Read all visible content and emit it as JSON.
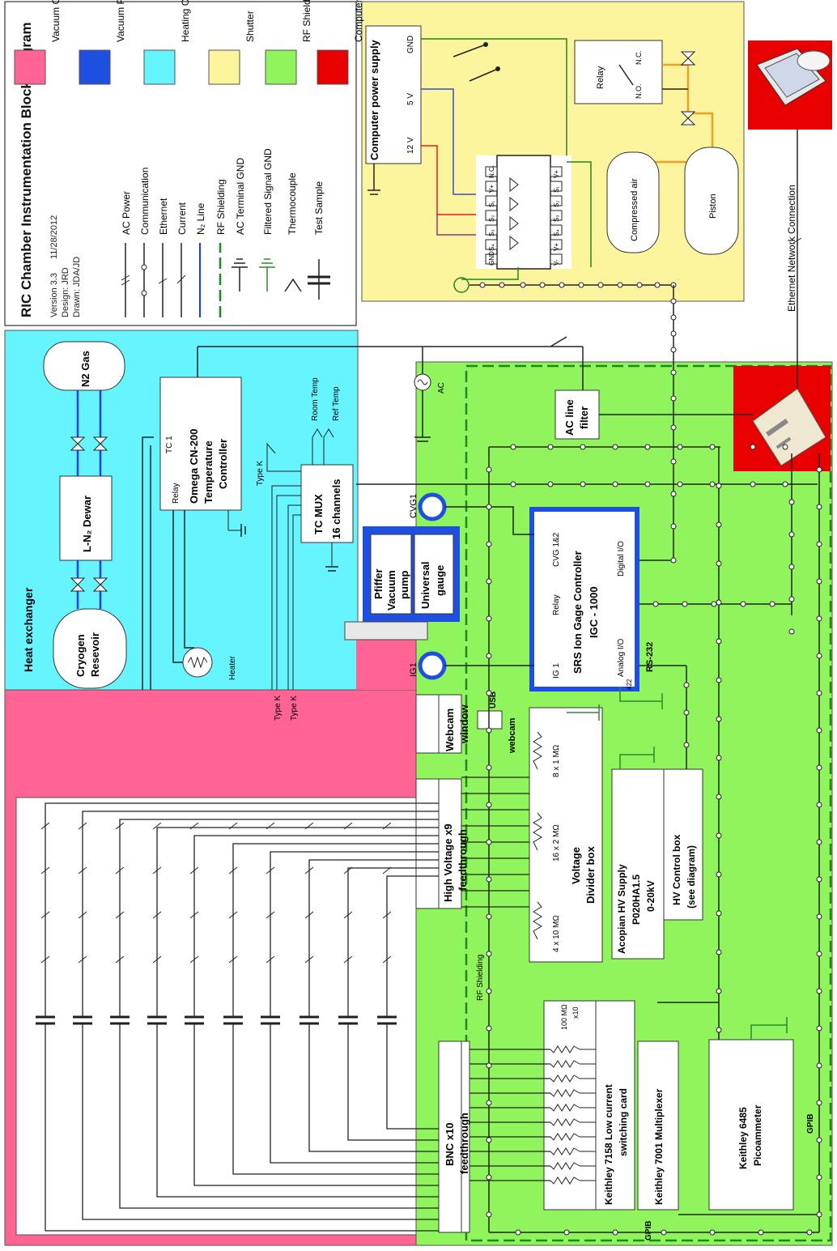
{
  "colors": {
    "vacuum_chamber": "#ff6494",
    "vacuum_pumps_gauges": "#1f4fe0",
    "heating_cooling": "#66f4ff",
    "shutter": "#fdf49e",
    "rf_shielded": "#90f45c",
    "computer": "#e80000",
    "wire": "#222222",
    "n2_line": "#1a3fe0",
    "rf_shield_line": "#1b8a1b",
    "power_red": "#e02020",
    "comm_blue": "#3050d0",
    "sig_purple": "#8a3a8a",
    "air_orange": "#f0a020",
    "filtered_gnd": "#2a8a2a"
  },
  "legend": {
    "title": "RIC Chamber Instrumentation Block Diagram",
    "version_line": "Version 3.3",
    "date": "11/28/2012",
    "design_line": "Design: JRD",
    "drawn_line": "Drawn: JDA/JD",
    "line_types": [
      "AC Power",
      "Communication",
      "Ethernet",
      "Current",
      "N₂ Line",
      "RF Shielding",
      "AC Terminal GND",
      "Filtered Signal GND",
      "Thermocouple",
      "Test Sample"
    ],
    "color_keys": [
      {
        "label": "Vacuum Chamber",
        "color": "#ff6494"
      },
      {
        "label": "Vacuum Pumps & Gauges",
        "color": "#1f4fe0"
      },
      {
        "label": "Heating Cooling",
        "color": "#66f4ff"
      },
      {
        "label": "Shutter",
        "color": "#fdf49e"
      },
      {
        "label": "RF Shielded",
        "color": "#90f45c"
      },
      {
        "label": "Computer",
        "color": "#e80000"
      }
    ]
  },
  "shutter": {
    "power_supply_title": "Computer power supply",
    "v12": "12 V",
    "v5": "5 V",
    "gnd": "GND",
    "relay": "Relay",
    "nc": "N.C.",
    "no": "N.O.",
    "compressed_air": "Compressed air",
    "piston": "Piston",
    "ic_pins_left": [
      "N.C.",
      "V+",
      "S₁",
      "S₂",
      "S₃",
      "S₄",
      "GND"
    ],
    "ic_pins_right": [
      "V+",
      "S₁",
      "S₂",
      "S₃",
      "S₄",
      "V+",
      "V-"
    ]
  },
  "computer": {
    "ethernet_label": "Ethernet Network Connection"
  },
  "heating": {
    "heat_exchanger": "Heat exchanger",
    "n2_gas": "N2 Gas",
    "dewar": "L-N₂ Dewar",
    "cryogen": "Cryogen Resevoir",
    "temp_controller_name": "Omega CN-200",
    "temp_controller_sub": "Temperature Controller",
    "tc1": "TC 1",
    "relay": "Relay",
    "heater": "Heater",
    "ac": "AC",
    "tc_mux_title": "TC MUX",
    "tc_mux_sub": "16 channels",
    "type_k": "Type K",
    "room_temp": "Room Temp",
    "ref_temp": "Ref Temp"
  },
  "vacuum": {
    "pump_title": "Pfiffer Vacuum pump",
    "universal_gauge": "Universal gauge",
    "cvg1": "CVG1",
    "ig1": "IG1",
    "webcam_window": "Webcam window",
    "hv_feedthrough": "High Voltage x9 feedthrough",
    "bnc_feedthrough": "BNC x10 feedthrough"
  },
  "rf": {
    "ac_line_filter": "AC line filter",
    "srs_title": "SRS Ion Gage Controller",
    "srs_model": "IGC - 1000",
    "cvg12": "CVG 1&2",
    "relay": "Relay",
    "ig1": "IG 1",
    "digital_io": "Digital I/O",
    "analog_io": "Analog I/O",
    "rs232": "RS-232",
    "rs422": "422",
    "usb_webcam": "USB webcam",
    "voltage_divider_title": "Voltage Divider box",
    "r8": "8 x 1 MΩ",
    "r16": "16 x 2 MΩ",
    "r4": "4 x 10 MΩ",
    "acopian_title": "Acopian HV Supply",
    "acopian_model": "P020HA1.5",
    "acopian_range": "0-20kV",
    "hv_control_title": "HV Control box",
    "hv_control_sub": "(see diagram)",
    "rf_shielding": "RF Shielding",
    "switching_card": "Keithley 7158 Low current switching card",
    "multiplexer": "Keithley 7001 Multiplexer",
    "res_note_a": "100 MΩ",
    "res_note_b": "x10",
    "picoammeter_name": "Keithley 6485",
    "picoammeter_sub": "Picoammeter",
    "gpib": "GPIB"
  }
}
